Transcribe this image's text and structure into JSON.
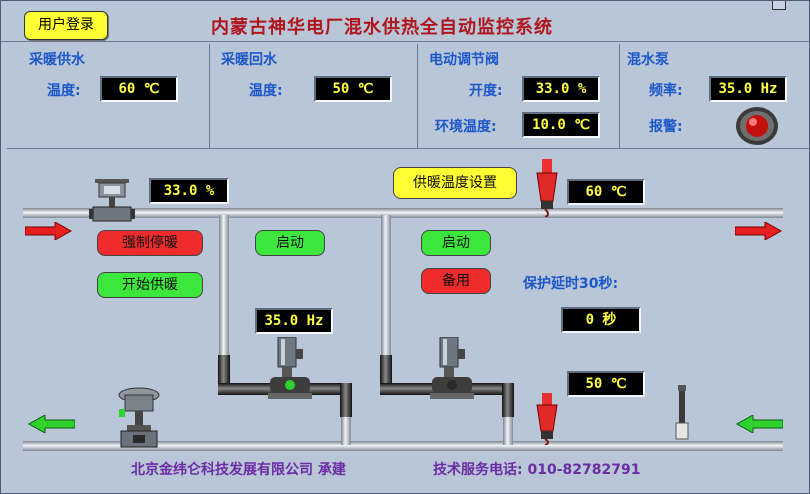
{
  "header": {
    "login_label": "用户登录",
    "title": "内蒙古神华电厂混水供热全自动监控系统"
  },
  "panels": {
    "supply": {
      "title": "采暖供水",
      "temp_label": "温度:",
      "temp_value": "60 ℃"
    },
    "return": {
      "title": "采暖回水",
      "temp_label": "温度:",
      "temp_value": "50 ℃"
    },
    "valve": {
      "title": "电动调节阀",
      "opening_label": "开度:",
      "opening_value": "33.0 %",
      "env_label": "环境温度:",
      "env_value": "10.0 ℃"
    },
    "pump": {
      "title": "混水泵",
      "freq_label": "频率:",
      "freq_value": "35.0 Hz",
      "alarm_label": "报警:"
    }
  },
  "diagram": {
    "valve_display": "33.0 %",
    "setpoint_button": "供暖温度设置",
    "supply_temp_display": "60 ℃",
    "force_stop_button": "强制停暖",
    "start_heating_button": "开始供暖",
    "pump1_start_button": "启动",
    "pump2_start_button": "启动",
    "standby_button": "备用",
    "delay_label": "保护延时30秒:",
    "delay_value": "0 秒",
    "pump_freq_display": "35.0 Hz",
    "return_temp_display": "50 ℃"
  },
  "footer": {
    "company": "北京金纬仑科技发展有限公司  承建",
    "phone": "技术服务电话: 010-82782791"
  },
  "colors": {
    "background": "#b8c6d8",
    "title": "#b0141c",
    "label_blue": "#1c57c9",
    "display_text": "#ffff44",
    "footer_purple": "#6b2ca4"
  }
}
